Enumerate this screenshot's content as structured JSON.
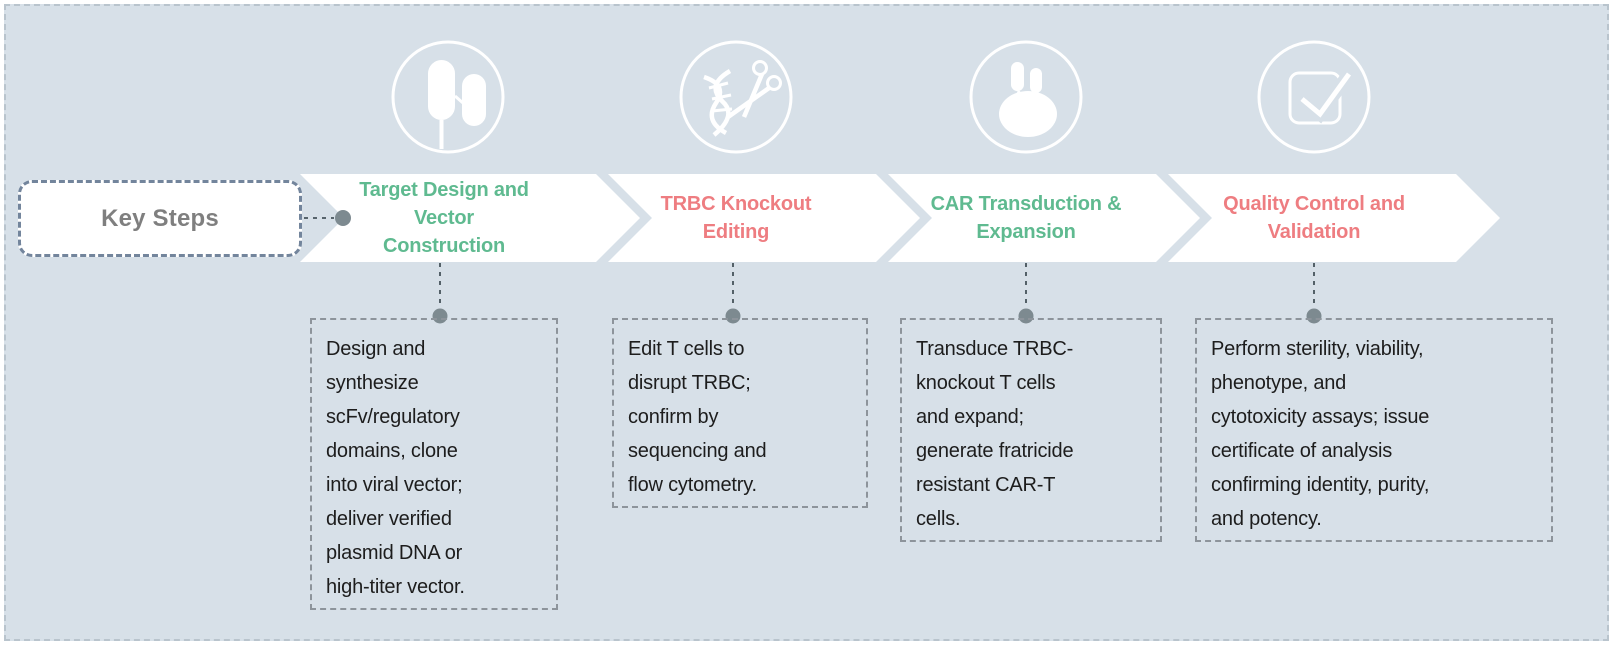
{
  "title": "Key Steps",
  "key_steps": {
    "label": "Key Steps"
  },
  "steps": [
    {
      "title_lines": [
        "Target Design and",
        "Vector",
        "Construction"
      ],
      "title_color": "#5fba90",
      "icon": "vector-construction-icon",
      "description_lines": [
        "Design and",
        "synthesize",
        "scFv/regulatory",
        "domains, clone",
        "into viral vector;",
        "deliver verified",
        "plasmid DNA or",
        "high-titer vector."
      ]
    },
    {
      "title_lines": [
        "TRBC Knockout",
        "Editing"
      ],
      "title_color": "#ee7d81",
      "icon": "dna-scissors-icon",
      "description_lines": [
        "Edit T cells to",
        "disrupt TRBC;",
        "confirm by",
        "sequencing and",
        "flow cytometry."
      ]
    },
    {
      "title_lines": [
        "CAR Transduction &",
        "Expansion"
      ],
      "title_color": "#5fba90",
      "icon": "cell-receptor-icon",
      "description_lines": [
        "Transduce TRBC-",
        "knockout T cells",
        "and expand;",
        "generate fratricide",
        "resistant CAR-T",
        "cells."
      ]
    },
    {
      "title_lines": [
        "Quality Control and",
        "Validation"
      ],
      "title_color": "#ee7d81",
      "icon": "checkmark-box-icon",
      "description_lines": [
        "Perform sterility, viability,",
        "phenotype, and",
        "cytotoxicity assays; issue",
        "certificate of analysis",
        "confirming identity, purity,",
        "and potency."
      ]
    }
  ],
  "colors": {
    "page_bg": "#ffffff",
    "slide_bg": "#d7e0e8",
    "slide_border": "#b9c4cd",
    "arrow_fill": "#ffffff",
    "icon_stroke": "#ffffff",
    "green": "#5fba90",
    "red": "#ee7d81",
    "key_steps_text": "#7f7f7f",
    "key_steps_border": "#73859c",
    "box_border": "#8d949b",
    "body_text": "#1d1d1d",
    "connector_line": "#45535a",
    "connector_dot": "#7d8a90"
  }
}
